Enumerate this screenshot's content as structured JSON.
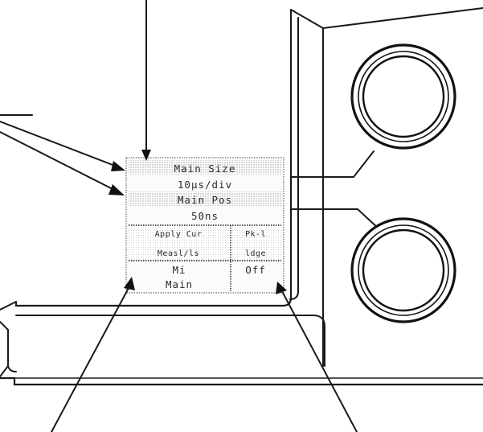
{
  "screen": {
    "row1": "Main Size",
    "row2": "10µs/div",
    "row3": "Main Pos",
    "row4": "50ns",
    "cell_left_top": "Apply Cur",
    "cell_left_bottom": "Measl/ls",
    "cell_right_top": "Pk-l",
    "cell_right_bottom": "ldge",
    "bottom_left_top": "Mi",
    "bottom_left_bottom": "Main",
    "bottom_right": "Off"
  },
  "icons": {
    "upper_knob": "rotary-knob-icon",
    "lower_knob": "rotary-knob-icon"
  },
  "colors": {
    "ink": "#1a1a1a",
    "background": "#ffffff",
    "screen_fill": "#fbfbfb"
  }
}
